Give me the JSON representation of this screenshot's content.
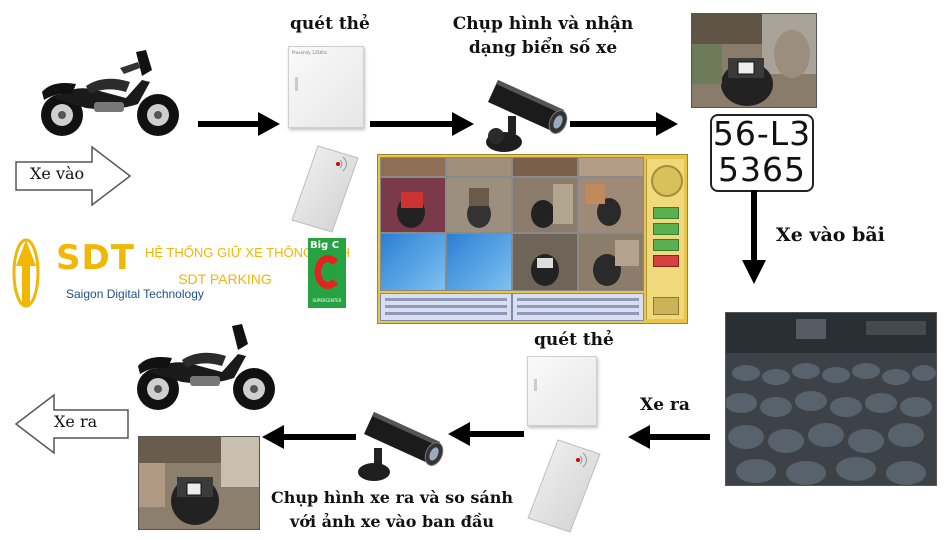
{
  "labels": {
    "scan_card_top": "quét thẻ",
    "capture_plate_line1": "Chụp hình và nhận",
    "capture_plate_line2": "dạng biển số xe",
    "enter_lot": "Xe vào bãi",
    "exit": "Xe ra",
    "scan_card_bottom": "quét thẻ",
    "capture_exit_line1": "Chụp hình xe ra và so sánh",
    "capture_exit_line2": "với ảnh xe vào ban đầu"
  },
  "arrows": {
    "entry_label": "Xe vào",
    "exit_label": "Xe ra"
  },
  "plate": {
    "line1": "56-L3",
    "line2": "5365"
  },
  "card": {
    "printed_text": "Proximity 125Khz"
  },
  "logo": {
    "brand": "SDT",
    "company": "Saigon Digital Technology",
    "system_line1": "HỆ THỐNG GIỮ XE THÔNG MINH",
    "system_line2": "SDT PARKING",
    "partner_mark": "Big C",
    "partner_sub": "SUPERCENTER"
  },
  "colors": {
    "arrow": "#000000",
    "sdt_gold": "#f2b705",
    "sdt_blue": "#1f4f8a",
    "software_frame": "#e8c64a",
    "bigc_green": "#27a243",
    "bigc_red": "#e3231e"
  },
  "icons": [
    "motorbike-icon",
    "proximity-card-icon",
    "rfid-reader-icon",
    "cctv-camera-icon",
    "outline-arrow-icon"
  ]
}
